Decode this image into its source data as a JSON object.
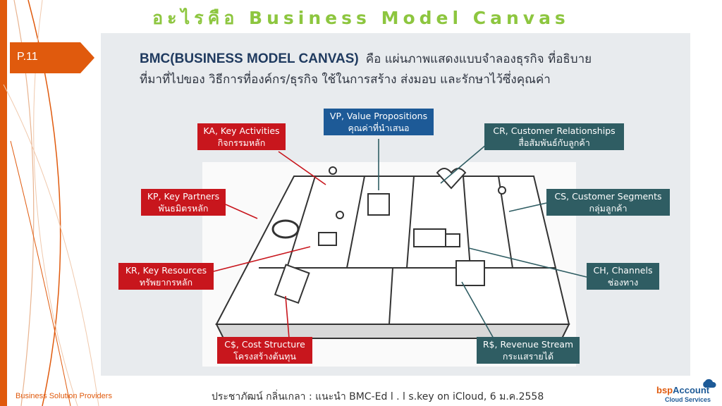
{
  "slide": {
    "title": "อะไรคือ Business Model Canvas",
    "page_label": "P.11",
    "heading_line1_bold": "BMC(BUSINESS MODEL CANVAS)",
    "heading_line1_rest": "คือ แผ่นภาพแสดงแบบจำลองธุรกิจ ที่อธิบาย",
    "heading_line2": "ที่มาที่ไปของ วิธีการที่องค์กร/ธุรกิจ ใช้ในการสร้าง ส่งมอบ และรักษาไว้ซึ่งคุณค่า"
  },
  "blocks": {
    "ka": {
      "en": "KA, Key Activities",
      "th": "กิจกรรมหลัก"
    },
    "kp": {
      "en": "KP, Key Partners",
      "th": "พันธมิตรหลัก"
    },
    "kr": {
      "en": "KR, Key Resources",
      "th": "ทรัพยากรหลัก"
    },
    "cs_cost": {
      "en": "C$, Cost Structure",
      "th": "โครงสร้างต้นทุน"
    },
    "vp": {
      "en": "VP, Value Propositions",
      "th": "คุณค่าที่นำเสนอ"
    },
    "cr": {
      "en": "CR, Customer Relationships",
      "th": "สื่อสัมพันธ์กับลูกค้า"
    },
    "cs": {
      "en": "CS, Customer Segments",
      "th": "กลุ่มลูกค้า"
    },
    "ch": {
      "en": "CH, Channels",
      "th": "ช่องทาง"
    },
    "rs": {
      "en": "R$, Revenue Stream",
      "th": "กระแสรายได้"
    }
  },
  "footer": {
    "left": "Business Solution Providers",
    "center": "ประชาภัฒน์ กลิ่นเกลา : แนะนำ BMC-Ed l . l s.key on iCloud, 6 ม.ค.2558",
    "logo_brand_a": "bsp",
    "logo_brand_b": "Account",
    "logo_sub": "Cloud Services"
  },
  "colors": {
    "title_green": "#8dc63f",
    "accent_orange": "#e05a0d",
    "box_red": "#c8161d",
    "box_blue": "#1d5a97",
    "box_teal": "#2f5d63"
  }
}
